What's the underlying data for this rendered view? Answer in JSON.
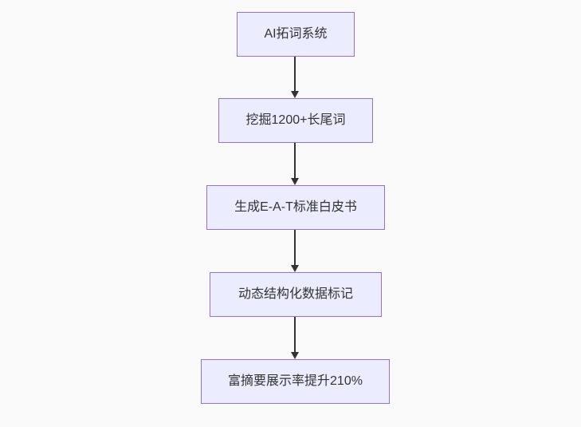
{
  "diagram": {
    "type": "flowchart",
    "direction": "top-down",
    "nodes": [
      {
        "label": "AI拓词系统"
      },
      {
        "label": "挖掘1200+长尾词"
      },
      {
        "label": "生成E-A-T标准白皮书"
      },
      {
        "label": "动态结构化数据标记"
      },
      {
        "label": "富摘要展示率提升210%"
      }
    ],
    "edges": [
      {
        "from": 0,
        "to": 1
      },
      {
        "from": 1,
        "to": 2
      },
      {
        "from": 2,
        "to": 3
      },
      {
        "from": 3,
        "to": 4
      }
    ],
    "colors": {
      "background": "#fafafa",
      "node_fill": "#ececff",
      "node_border": "#9370db",
      "node_text": "#333333",
      "arrow": "#333333"
    }
  }
}
